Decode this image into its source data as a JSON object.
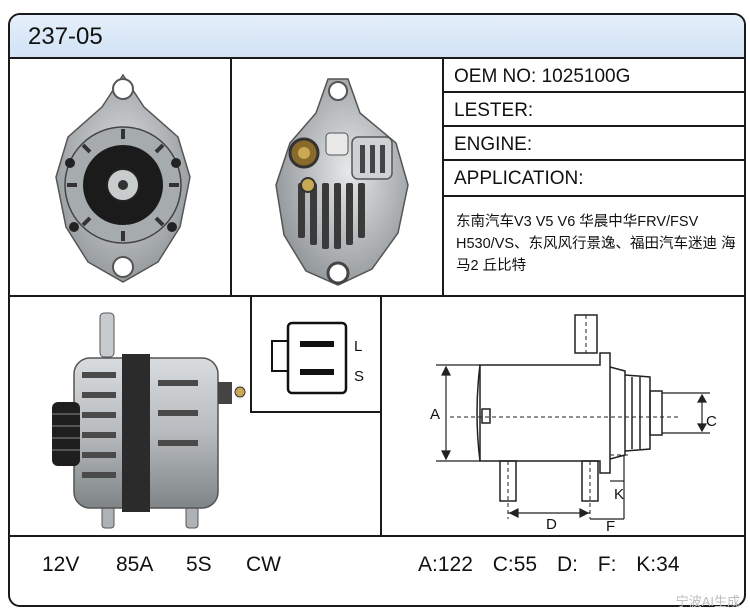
{
  "header": {
    "code": "237-05"
  },
  "info": {
    "oem": "OEM NO: 1025100G",
    "lester": "LESTER:",
    "engine": "ENGINE:",
    "application": "APPLICATION:",
    "application_text": "东南汽车V3 V5 V6 华晨中华FRV/FSV H530/VS、东风风行景逸、福田汽车迷迪 海马2 丘比特"
  },
  "connector": {
    "pin_top": "L",
    "pin_bottom": "S"
  },
  "drawing": {
    "label_a": "A",
    "label_c": "C",
    "label_d": "D",
    "label_f": "F",
    "label_k": "K"
  },
  "specs": {
    "voltage": "12V",
    "amperage": "85A",
    "pulley": "5S",
    "rotation": "CW"
  },
  "dimensions": {
    "a": "A:122",
    "c": "C:55",
    "d": "D:",
    "f": "F:",
    "k": "K:34"
  },
  "watermark": "宁波AI生成"
}
